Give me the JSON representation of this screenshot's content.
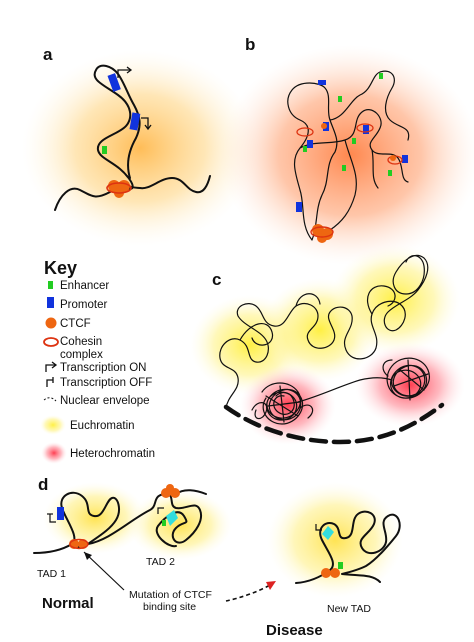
{
  "panels": {
    "a": "a",
    "b": "b",
    "c": "c",
    "d": "d"
  },
  "key": {
    "title": "Key",
    "items": [
      "Enhancer",
      "Promoter",
      "CTCF",
      "Cohesin",
      "complex",
      "Transcription ON",
      "Transcription OFF",
      "Nuclear envelope",
      "Euchromatin",
      "Heterochromatin"
    ]
  },
  "panel_d": {
    "tad1": "TAD 1",
    "tad2": "TAD 2",
    "mutation_line1": "Mutation of CTCF",
    "mutation_line2": "binding site",
    "new_tad": "New TAD",
    "normal": "Normal",
    "disease": "Disease"
  },
  "colors": {
    "enhancer": "#22cc22",
    "promoter": "#1133dd",
    "ctcf": "#ee6611",
    "cohesin": "#dd3311",
    "euchromatin": "#ffee44",
    "heterochromatin": "#ee3344",
    "active_glow": "#ff7744",
    "new_element": "#33dddd"
  }
}
